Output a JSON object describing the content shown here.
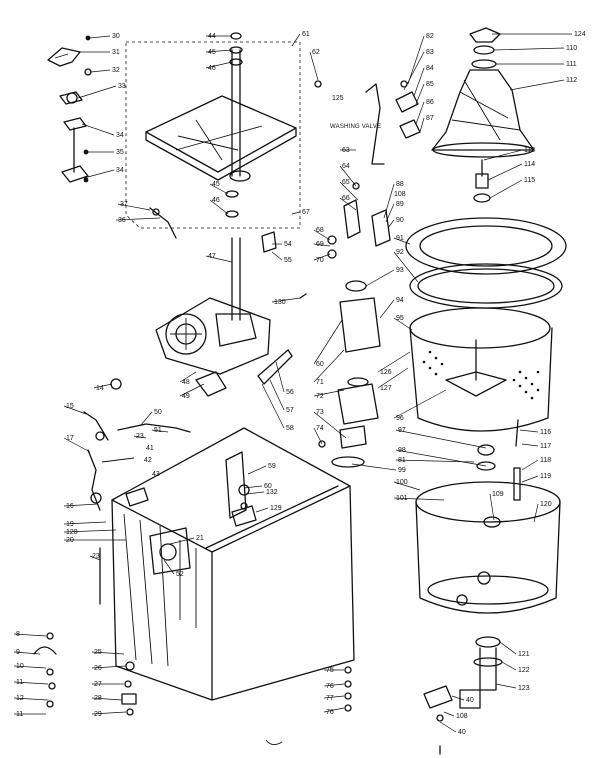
{
  "diagram": {
    "note_text": "WASHING VALVE",
    "labels": [
      {
        "id": "l124",
        "text": "124"
      },
      {
        "id": "l110",
        "text": "110"
      },
      {
        "id": "l111",
        "text": "111"
      },
      {
        "id": "l112",
        "text": "112"
      },
      {
        "id": "l113",
        "text": "113"
      },
      {
        "id": "l114",
        "text": "114"
      },
      {
        "id": "l115",
        "text": "115"
      },
      {
        "id": "l30",
        "text": "30"
      },
      {
        "id": "l31",
        "text": "31"
      },
      {
        "id": "l32",
        "text": "32"
      },
      {
        "id": "l33",
        "text": "33"
      },
      {
        "id": "l34a",
        "text": "34"
      },
      {
        "id": "l35",
        "text": "35"
      },
      {
        "id": "l34b",
        "text": "34"
      },
      {
        "id": "l37",
        "text": "37"
      },
      {
        "id": "l36",
        "text": "36"
      },
      {
        "id": "l44",
        "text": "44"
      },
      {
        "id": "l45a",
        "text": "45"
      },
      {
        "id": "l46a",
        "text": "46"
      },
      {
        "id": "l45b",
        "text": "45"
      },
      {
        "id": "l46b",
        "text": "46"
      },
      {
        "id": "l61",
        "text": "61"
      },
      {
        "id": "l62",
        "text": "62"
      },
      {
        "id": "l67",
        "text": "67"
      },
      {
        "id": "l54",
        "text": "54"
      },
      {
        "id": "l55",
        "text": "55"
      },
      {
        "id": "l82",
        "text": "82"
      },
      {
        "id": "l83",
        "text": "83"
      },
      {
        "id": "l84",
        "text": "84"
      },
      {
        "id": "l85",
        "text": "85"
      },
      {
        "id": "l86",
        "text": "86"
      },
      {
        "id": "l87",
        "text": "87"
      },
      {
        "id": "l125",
        "text": "125"
      },
      {
        "id": "l63",
        "text": "63"
      },
      {
        "id": "l64",
        "text": "64"
      },
      {
        "id": "l65",
        "text": "65"
      },
      {
        "id": "l66",
        "text": "66"
      },
      {
        "id": "l68",
        "text": "68"
      },
      {
        "id": "l69",
        "text": "69"
      },
      {
        "id": "l70",
        "text": "70"
      },
      {
        "id": "l88",
        "text": "88"
      },
      {
        "id": "l108a",
        "text": "108"
      },
      {
        "id": "l89",
        "text": "89"
      },
      {
        "id": "l90",
        "text": "90"
      },
      {
        "id": "l91",
        "text": "91"
      },
      {
        "id": "l92",
        "text": "92"
      },
      {
        "id": "l93",
        "text": "93"
      },
      {
        "id": "l94",
        "text": "94"
      },
      {
        "id": "l95",
        "text": "95"
      },
      {
        "id": "l47",
        "text": "47"
      },
      {
        "id": "l130",
        "text": "130"
      },
      {
        "id": "l60a",
        "text": "60"
      },
      {
        "id": "l71",
        "text": "71"
      },
      {
        "id": "l72",
        "text": "72"
      },
      {
        "id": "l73",
        "text": "73"
      },
      {
        "id": "l126",
        "text": "126"
      },
      {
        "id": "l127",
        "text": "127"
      },
      {
        "id": "l96",
        "text": "96"
      },
      {
        "id": "l48",
        "text": "48"
      },
      {
        "id": "l49",
        "text": "49"
      },
      {
        "id": "l14",
        "text": "14"
      },
      {
        "id": "l56",
        "text": "56"
      },
      {
        "id": "l57",
        "text": "57"
      },
      {
        "id": "l58",
        "text": "58"
      },
      {
        "id": "l15",
        "text": "15"
      },
      {
        "id": "l50",
        "text": "50"
      },
      {
        "id": "l51",
        "text": "51"
      },
      {
        "id": "l17",
        "text": "17"
      },
      {
        "id": "l23a",
        "text": "23"
      },
      {
        "id": "l41",
        "text": "41"
      },
      {
        "id": "l42",
        "text": "42"
      },
      {
        "id": "l43",
        "text": "43"
      },
      {
        "id": "l74",
        "text": "74"
      },
      {
        "id": "l97",
        "text": "97"
      },
      {
        "id": "l98",
        "text": "98"
      },
      {
        "id": "l81",
        "text": "81"
      },
      {
        "id": "l99",
        "text": "99"
      },
      {
        "id": "l116",
        "text": "116"
      },
      {
        "id": "l117",
        "text": "117"
      },
      {
        "id": "l118",
        "text": "118"
      },
      {
        "id": "l119",
        "text": "119"
      },
      {
        "id": "l59",
        "text": "59"
      },
      {
        "id": "l60b",
        "text": "60"
      },
      {
        "id": "l132",
        "text": "132"
      },
      {
        "id": "l129",
        "text": "129"
      },
      {
        "id": "l100",
        "text": "100"
      },
      {
        "id": "l101",
        "text": "101"
      },
      {
        "id": "l109",
        "text": "109"
      },
      {
        "id": "l120",
        "text": "120"
      },
      {
        "id": "l16",
        "text": "16"
      },
      {
        "id": "l19",
        "text": "19"
      },
      {
        "id": "l128",
        "text": "128"
      },
      {
        "id": "l20",
        "text": "20"
      },
      {
        "id": "l21",
        "text": "21"
      },
      {
        "id": "l52",
        "text": "52"
      },
      {
        "id": "l23b",
        "text": "23"
      },
      {
        "id": "l8",
        "text": "8"
      },
      {
        "id": "l9",
        "text": "9"
      },
      {
        "id": "l10",
        "text": "10"
      },
      {
        "id": "l11a",
        "text": "11"
      },
      {
        "id": "l12",
        "text": "12"
      },
      {
        "id": "l11b",
        "text": "11"
      },
      {
        "id": "l25",
        "text": "25"
      },
      {
        "id": "l26",
        "text": "26"
      },
      {
        "id": "l27",
        "text": "27"
      },
      {
        "id": "l28",
        "text": "28"
      },
      {
        "id": "l29",
        "text": "29"
      },
      {
        "id": "l75",
        "text": "75"
      },
      {
        "id": "l76a",
        "text": "76"
      },
      {
        "id": "l77",
        "text": "77"
      },
      {
        "id": "l76b",
        "text": "76"
      },
      {
        "id": "l121",
        "text": "121"
      },
      {
        "id": "l122",
        "text": "122"
      },
      {
        "id": "l123",
        "text": "123"
      },
      {
        "id": "l40a",
        "text": "40"
      },
      {
        "id": "l108b",
        "text": "108"
      },
      {
        "id": "l40b",
        "text": "40"
      }
    ]
  }
}
